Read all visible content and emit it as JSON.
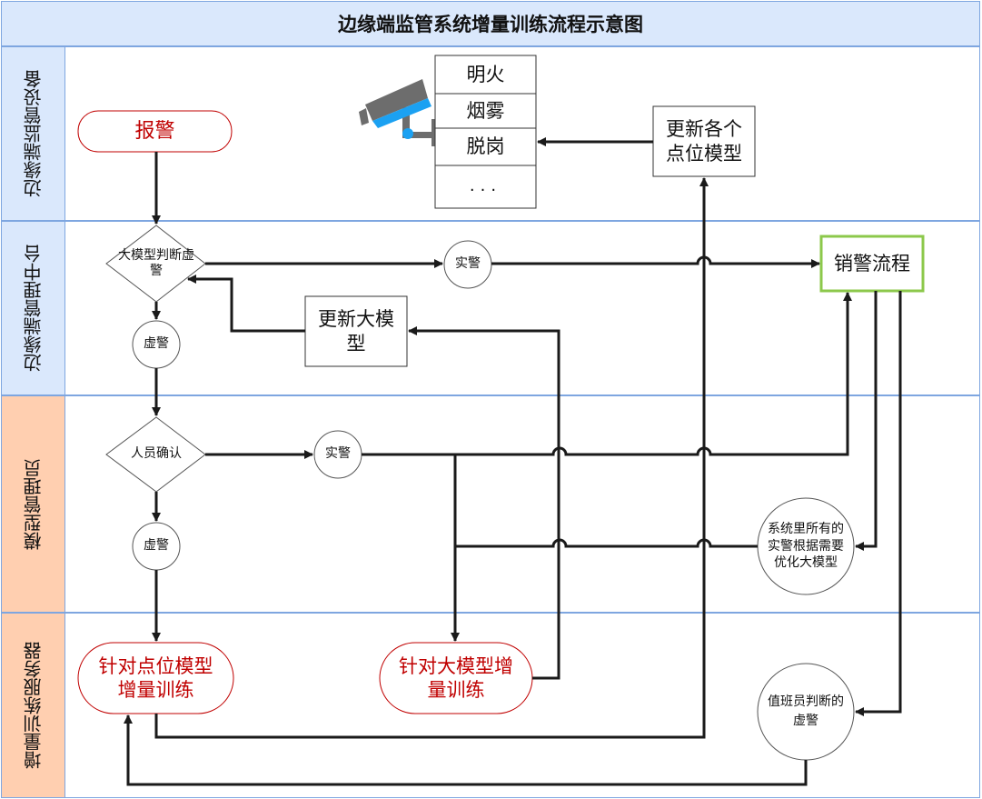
{
  "title": "边缘端监管系统增量训练流程示意图",
  "lanes": [
    {
      "label": "边缘端监管设备",
      "color": "#dae8fc"
    },
    {
      "label": "边缘端管理中台",
      "color": "#dae8fc"
    },
    {
      "label": "模型管理员",
      "color": "#ffcfb0"
    },
    {
      "label": "增量训练服务器",
      "color": "#ffcfb0"
    }
  ],
  "colors": {
    "lane_border": "#7ea6e0",
    "terminal_red": "#c00000",
    "process_green": "#8cc84b",
    "camera_blue": "#1ba1f2",
    "camera_gray": "#6d6d6d",
    "line": "#1a1a1a"
  },
  "nodes": {
    "alarm": "报警",
    "model_list": [
      "明火",
      "烟雾",
      "脱岗",
      "..."
    ],
    "update_point_models": "更新各个点位模型",
    "llm_judge": "大模型判断虚警",
    "real_alarm_1": "实警",
    "false_alarm_1": "虚警",
    "update_llm": "更新大模型",
    "cancel_alarm_flow": "销警流程",
    "human_confirm": "人员确认",
    "real_alarm_2": "实警",
    "false_alarm_2": "虚警",
    "optimize_llm_note": "系统里所有的实警根据需要优化大模型",
    "point_model_training": "针对点位模型增量训练",
    "llm_training": "针对大模型增量训练",
    "duty_false_alarm": "值班员判断的虚警"
  }
}
